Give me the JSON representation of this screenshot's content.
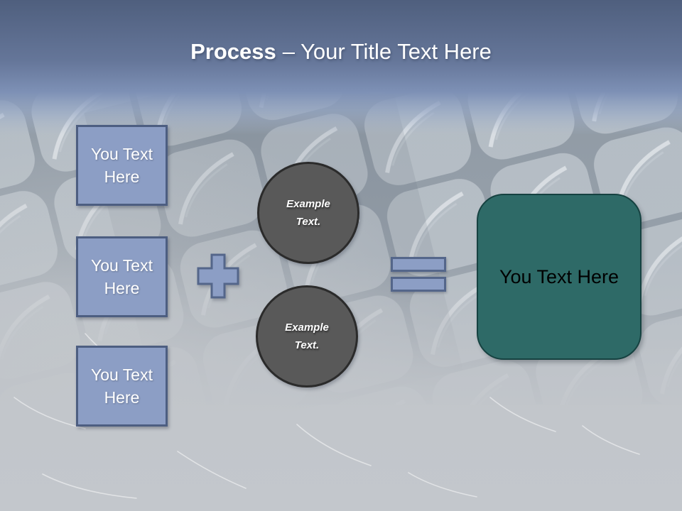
{
  "slide": {
    "title": {
      "emphasis": "Process",
      "rest": "– Your Title Text Here"
    },
    "input_boxes": [
      {
        "label": "You Text Here"
      },
      {
        "label": "You Text Here"
      },
      {
        "label": "You Text Here"
      }
    ],
    "operators": {
      "plus_icon": "plus",
      "equals_icon": "equals"
    },
    "circles": [
      {
        "label": "Example Text."
      },
      {
        "label": "Example Text."
      }
    ],
    "result_box": {
      "label": "You Text Here"
    },
    "colors": {
      "header_gradient_top": "#4f5f7e",
      "header_gradient_bottom": "#8296bb",
      "shape_blue_fill": "#8c9ec5",
      "shape_blue_border": "#4d5e81",
      "circle_fill": "#595959",
      "circle_border": "#2b2b2b",
      "result_fill": "#2e6a67",
      "result_border": "#164241",
      "background_gray": "#bfc3c8",
      "title_text": "#ffffff",
      "box_text": "#ffffff",
      "circle_text": "#ffffff",
      "result_text": "#000000"
    }
  }
}
